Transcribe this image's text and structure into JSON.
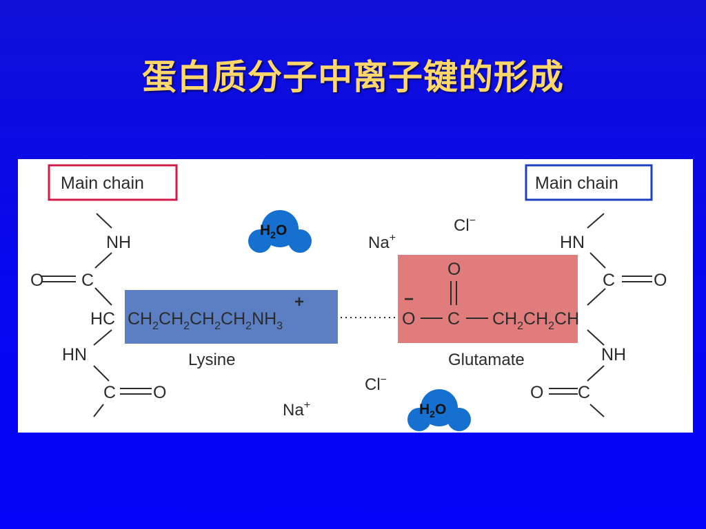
{
  "slide": {
    "title": "蛋白质分子中离子键的形成"
  },
  "diagram": {
    "left_box_label": "Main chain",
    "right_box_label": "Main chain",
    "lysine_label": "Lysine",
    "glutamate_label": "Glutamate",
    "water": "H2O",
    "sodium": "Na+",
    "chloride": "Cl−",
    "lysine_chain": "CH2CH2CH2CH2NH3",
    "glutamate_chain": "O−C−CH2CH2CH",
    "colors": {
      "background": "#0808f0",
      "title": "#ffd76a",
      "lysine_box": "#5b7fc2",
      "glutamate_box": "#e07c7c",
      "left_border": "#d01a4a",
      "right_border": "#1e3fbf",
      "water": "#1570d0"
    }
  }
}
